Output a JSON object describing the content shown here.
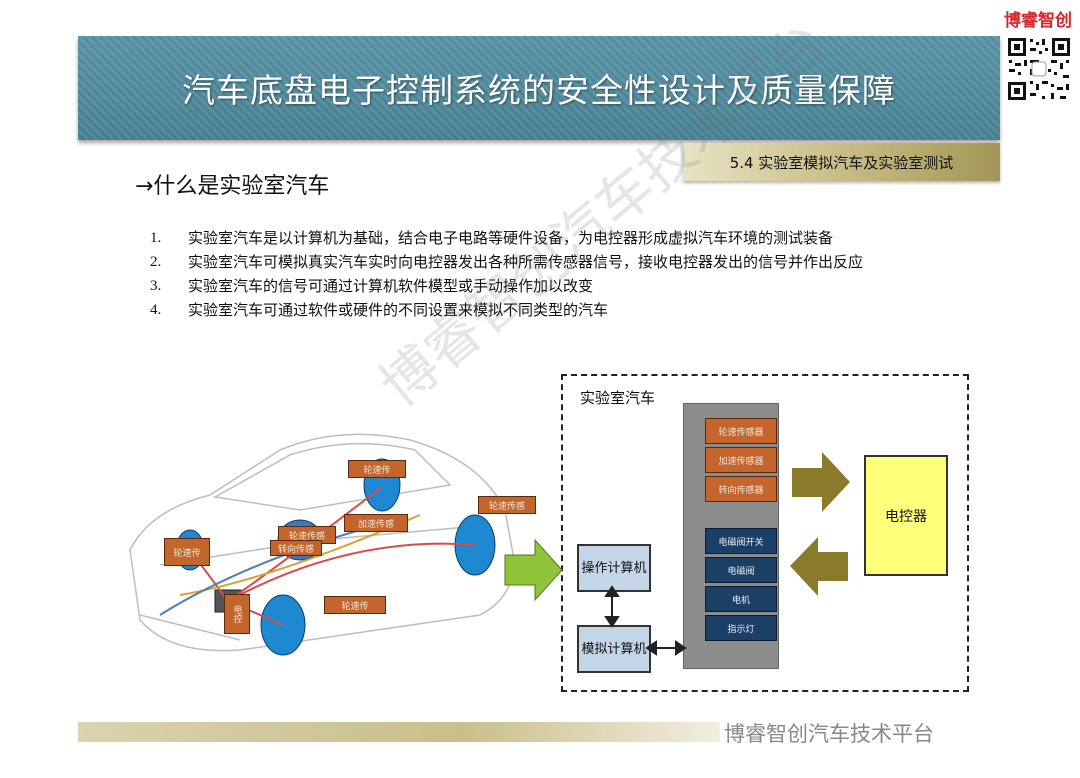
{
  "brand": "博睿智创",
  "banner_title": "汽车底盘电子控制系统的安全性设计及质量保障",
  "section_tab": "5.4 实验室模拟汽车及实验室测试",
  "heading": "→什么是实验室汽车",
  "list": [
    {
      "num": "1.",
      "text": "实验室汽车是以计算机为基础，结合电子电路等硬件设备，为电控器形成虚拟汽车环境的测试装备"
    },
    {
      "num": "2.",
      "text": "实验室汽车可模拟真实汽车实时向电控器发出各种所需传感器信号，接收电控器发出的信号并作出反应"
    },
    {
      "num": "3.",
      "text": "实验室汽车的信号可通过计算机软件模型或手动操作加以改变"
    },
    {
      "num": "4.",
      "text": "实验室汽车可通过软件或硬件的不同设置来模拟不同类型的汽车"
    }
  ],
  "diagram": {
    "lab_title": "实验室汽车",
    "sensors": [
      "轮速传感器",
      "加速传感器",
      "转向传感器"
    ],
    "actuators": [
      "电磁阀开关",
      "电磁阀",
      "电机",
      "指示灯"
    ],
    "operate_computer": "操作计算机",
    "sim_computer": "模拟计算机",
    "ecu": "电控器",
    "car_labels": [
      "轮速传",
      "轮速传",
      "轮速传感",
      "加速传感",
      "轮速传感",
      "转向传感",
      "轮速传",
      "电控"
    ]
  },
  "footer_watermark": "博睿智创汽车技术平台",
  "diag_watermark": "博睿智创汽车技术平台",
  "colors": {
    "banner": "#4a8496",
    "sensor": "#c4652c",
    "actuator": "#1c3f66",
    "ecu": "#ffff7a",
    "arrow_olive": "#8a7a2a",
    "arrow_green": "#8fc43a"
  }
}
